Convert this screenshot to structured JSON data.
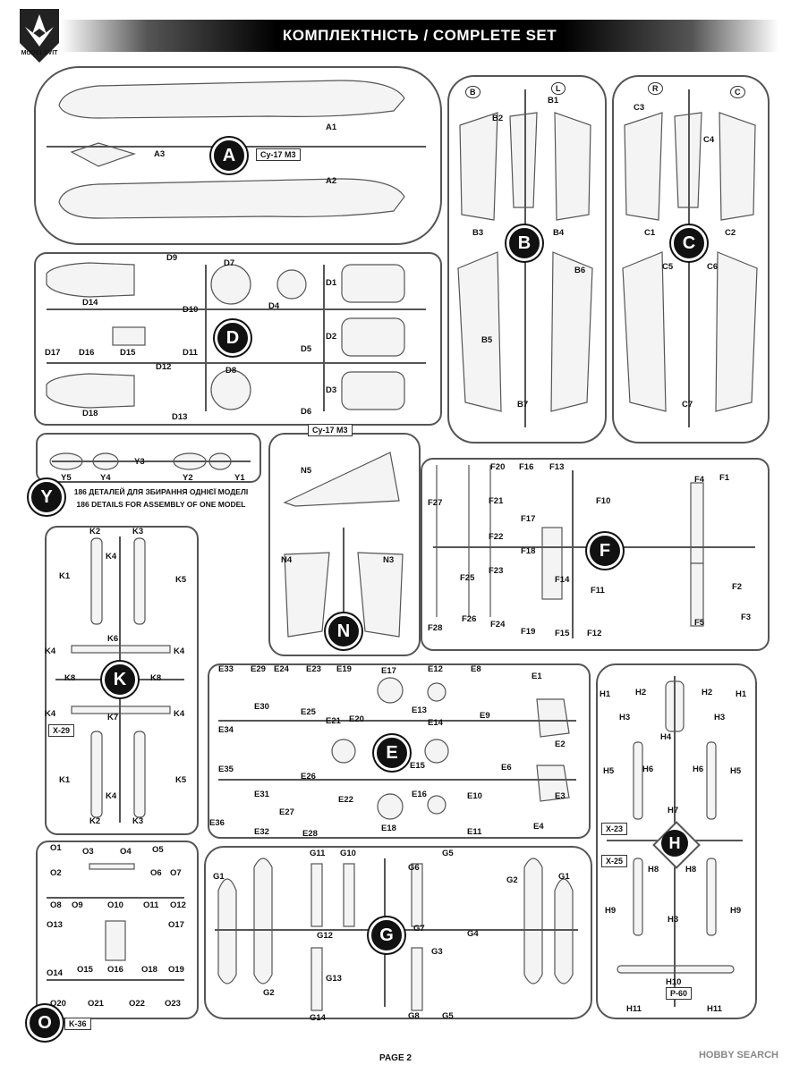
{
  "header": {
    "title": "КОМПЛЕКТНІСТЬ / COMPLETE SET"
  },
  "brand": {
    "logo_text": "MODELSVIT"
  },
  "details_note": {
    "line1": "186 ДЕТАЛЕЙ ДЛЯ ЗБИРАННЯ ОДНІЄЇ МОДЕЛІ",
    "line2": "186 DETAILS FOR ASSEMBLY OF ONE MODEL"
  },
  "sprue_a": {
    "letter": "A",
    "tag": "Су-17 М3",
    "parts": [
      "A1",
      "A2",
      "A3"
    ]
  },
  "sprue_b": {
    "letter": "B",
    "mark": "B",
    "mark2": "L",
    "parts": [
      "B1",
      "B2",
      "B3",
      "B4",
      "B5",
      "B6",
      "B7"
    ]
  },
  "sprue_c": {
    "letter": "C",
    "mark": "R",
    "mark2": "C",
    "parts": [
      "C1",
      "C2",
      "C3",
      "C4",
      "C5",
      "C6",
      "C7"
    ]
  },
  "sprue_d": {
    "letter": "D",
    "parts": [
      "D1",
      "D2",
      "D3",
      "D4",
      "D5",
      "D6",
      "D7",
      "D8",
      "D9",
      "D10",
      "D11",
      "D12",
      "D13",
      "D14",
      "D15",
      "D16",
      "D17",
      "D18"
    ]
  },
  "sprue_y": {
    "letter": "Y",
    "parts": [
      "Y1",
      "Y2",
      "Y3",
      "Y4",
      "Y5"
    ]
  },
  "sprue_n": {
    "letter": "N",
    "tag": "Су-17 М3",
    "parts": [
      "N3",
      "N4",
      "N5"
    ]
  },
  "sprue_f": {
    "letter": "F",
    "parts": [
      "F1",
      "F2",
      "F3",
      "F4",
      "F5",
      "F10",
      "F11",
      "F12",
      "F13",
      "F14",
      "F15",
      "F16",
      "F17",
      "F18",
      "F19",
      "F20",
      "F21",
      "F22",
      "F23",
      "F24",
      "F25",
      "F26",
      "F27",
      "F28"
    ]
  },
  "sprue_k": {
    "letter": "K",
    "tag": "X-29",
    "parts": [
      "K1",
      "K2",
      "K3",
      "K4",
      "K5",
      "K6",
      "K7",
      "K8"
    ]
  },
  "sprue_e": {
    "letter": "E",
    "parts": [
      "E1",
      "E2",
      "E3",
      "E4",
      "E6",
      "E8",
      "E9",
      "E10",
      "E11",
      "E12",
      "E13",
      "E14",
      "E15",
      "E16",
      "E17",
      "E18",
      "E19",
      "E20",
      "E21",
      "E22",
      "E23",
      "E24",
      "E25",
      "E26",
      "E27",
      "E28",
      "E29",
      "E30",
      "E31",
      "E32",
      "E33",
      "E34",
      "E35",
      "E36"
    ]
  },
  "sprue_h": {
    "letter": "H",
    "tag1": "X-23",
    "tag2": "X-25",
    "tag3": "P-60",
    "parts": [
      "H1",
      "H2",
      "H3",
      "H4",
      "H5",
      "H6",
      "H7",
      "H8",
      "H9",
      "H10",
      "H11"
    ]
  },
  "sprue_o": {
    "letter": "O",
    "tag": "K-36",
    "parts": [
      "O1",
      "O2",
      "O3",
      "O4",
      "O5",
      "O6",
      "O7",
      "O8",
      "O9",
      "O10",
      "O11",
      "O12",
      "O13",
      "O14",
      "O15",
      "O16",
      "O17",
      "O18",
      "O19",
      "O20",
      "O21",
      "O22",
      "O23"
    ]
  },
  "sprue_g": {
    "letter": "G",
    "parts": [
      "G1",
      "G2",
      "G3",
      "G4",
      "G5",
      "G6",
      "G7",
      "G8",
      "G10",
      "G11",
      "G12",
      "G13",
      "G14"
    ]
  },
  "footer": {
    "page": "PAGE 2",
    "watermark": "HOBBY SEARCH"
  }
}
